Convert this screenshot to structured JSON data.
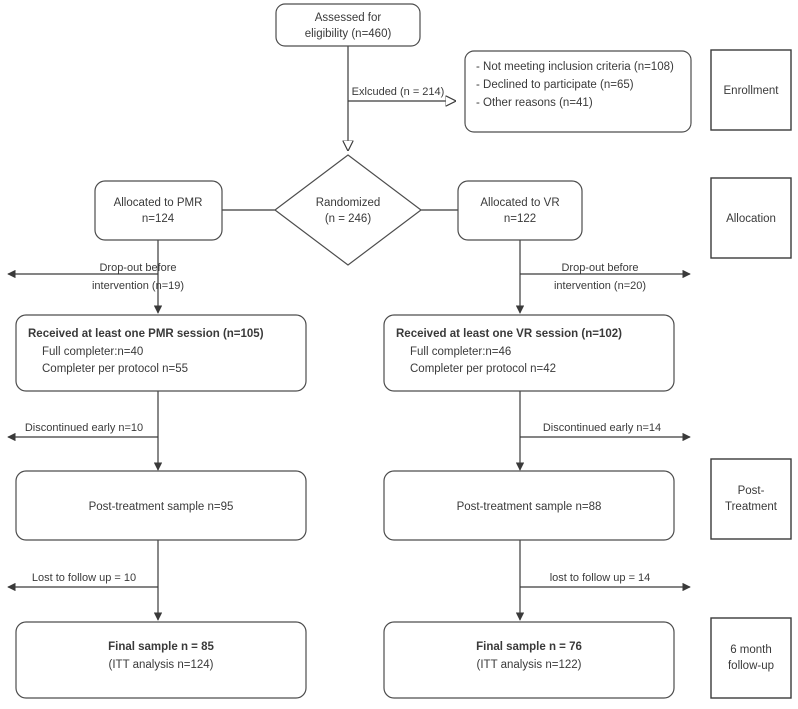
{
  "diagram": {
    "title": "CONSORT participant flow diagram",
    "type": "flowchart",
    "colors": {
      "background": "#ffffff",
      "node_stroke": "#4d4d4d",
      "connector": "#3a3a3a",
      "text": "#3a3a3a"
    }
  },
  "nodes": {
    "assessed": {
      "line1": "Assessed for",
      "line2": "eligibility (n=460)"
    },
    "excluded_reasons": {
      "item1": "- Not meeting inclusion criteria (n=108)",
      "item2": "- Declined to participate (n=65)",
      "item3": "- Other reasons (n=41)"
    },
    "randomized": {
      "line1": "Randomized",
      "line2": "(n = 246)"
    },
    "allocated_pmr": {
      "line1": "Allocated to PMR",
      "line2": "n=124"
    },
    "allocated_vr": {
      "line1": "Allocated to VR",
      "line2": "n=122"
    },
    "received_pmr": {
      "line1": "Received at least one PMR session (n=105)",
      "line2": "Full completer:n=40",
      "line3": "Completer per protocol n=55"
    },
    "received_vr": {
      "line1": "Received at least one VR session (n=102)",
      "line2": "Full completer:n=46",
      "line3": "Completer per protocol n=42"
    },
    "post_pmr": {
      "line1": "Post-treatment sample n=95"
    },
    "post_vr": {
      "line1": "Post-treatment sample n=88"
    },
    "final_pmr": {
      "line1": "Final sample n = 85",
      "line2": "(ITT analysis n=124)"
    },
    "final_vr": {
      "line1": "Final sample n = 76",
      "line2": "(ITT analysis n=122)"
    }
  },
  "edge_labels": {
    "excluded": "Exlcuded (n = 214)",
    "dropout_pmr_line1": "Drop-out before",
    "dropout_pmr_line2": "intervention (n=19)",
    "dropout_vr_line1": "Drop-out before",
    "dropout_vr_line2": "intervention (n=20)",
    "discontinued_pmr": "Discontinued early n=10",
    "discontinued_vr": "Discontinued early n=14",
    "lost_pmr": "Lost to follow up = 10",
    "lost_vr": "lost to follow up = 14"
  },
  "stages": {
    "enrollment": {
      "line1": "Enrollment"
    },
    "allocation": {
      "line1": "Allocation"
    },
    "post_treatment": {
      "line1": "Post-",
      "line2": "Treatment"
    },
    "followup": {
      "line1": "6 month",
      "line2": "follow-up"
    }
  }
}
